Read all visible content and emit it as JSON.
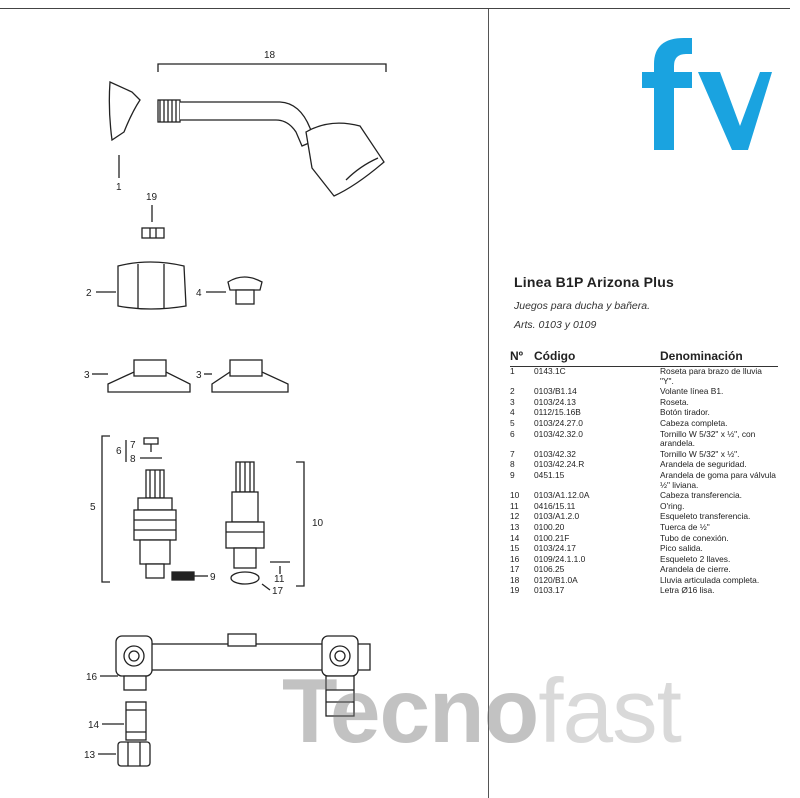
{
  "logo": {
    "text": "fv",
    "color": "#1aa3e0"
  },
  "diagram_labels": {
    "l18": "18",
    "l1": "1",
    "l19": "19",
    "l2": "2",
    "l4": "4",
    "l3a": "3",
    "l3b": "3",
    "l6": "6",
    "l7": "7",
    "l8": "8",
    "l5": "5",
    "l10": "10",
    "l9": "9",
    "l11": "11",
    "l17": "17",
    "l16": "16",
    "l14": "14",
    "l13": "13"
  },
  "title": "Linea B1P Arizona Plus",
  "subtitle": "Juegos para ducha y bañera.",
  "arts": "Arts. 0103 y 0109",
  "table": {
    "headers": [
      "Nº",
      "Código",
      "Denominación"
    ],
    "rows": [
      {
        "n": "1",
        "code": "0143.1C",
        "desc": "Roseta para brazo de lluvia \"Y\"."
      },
      {
        "n": "2",
        "code": "0103/B1.14",
        "desc": "Volante línea B1."
      },
      {
        "n": "3",
        "code": "0103/24.13",
        "desc": "Roseta."
      },
      {
        "n": "4",
        "code": "0112/15.16B",
        "desc": "Botón tirador."
      },
      {
        "n": "5",
        "code": "0103/24.27.0",
        "desc": "Cabeza completa."
      },
      {
        "n": "6",
        "code": "0103/42.32.0",
        "desc": "Tornillo W 5/32\" x ½\", con arandela."
      },
      {
        "n": "7",
        "code": "0103/42.32",
        "desc": "Tornillo W 5/32\" x ½\"."
      },
      {
        "n": "8",
        "code": "0103/42.24.R",
        "desc": "Arandela de seguridad."
      },
      {
        "n": "9",
        "code": "0451.15",
        "desc": "Arandela de goma para válvula ½\" liviana."
      },
      {
        "n": "10",
        "code": "0103/A1.12.0A",
        "desc": "Cabeza transferencia."
      },
      {
        "n": "11",
        "code": "0416/15.11",
        "desc": "O'ring."
      },
      {
        "n": "12",
        "code": "0103/A1.2.0",
        "desc": "Esqueleto transferencia."
      },
      {
        "n": "13",
        "code": "0100.20",
        "desc": "Tuerca de ½\""
      },
      {
        "n": "14",
        "code": "0100.21F",
        "desc": "Tubo de conexión."
      },
      {
        "n": "15",
        "code": "0103/24.17",
        "desc": "Pico salida."
      },
      {
        "n": "16",
        "code": "0109/24.1.1.0",
        "desc": "Esqueleto 2 llaves."
      },
      {
        "n": "17",
        "code": "0106.25",
        "desc": "Arandela de cierre."
      },
      {
        "n": "18",
        "code": "0120/B1.0A",
        "desc": "Lluvia articulada completa."
      },
      {
        "n": "19",
        "code": "0103.17",
        "desc": "Letra Ø16 lisa."
      }
    ]
  },
  "watermark": {
    "part1": "Tecno",
    "part2": "fast"
  }
}
